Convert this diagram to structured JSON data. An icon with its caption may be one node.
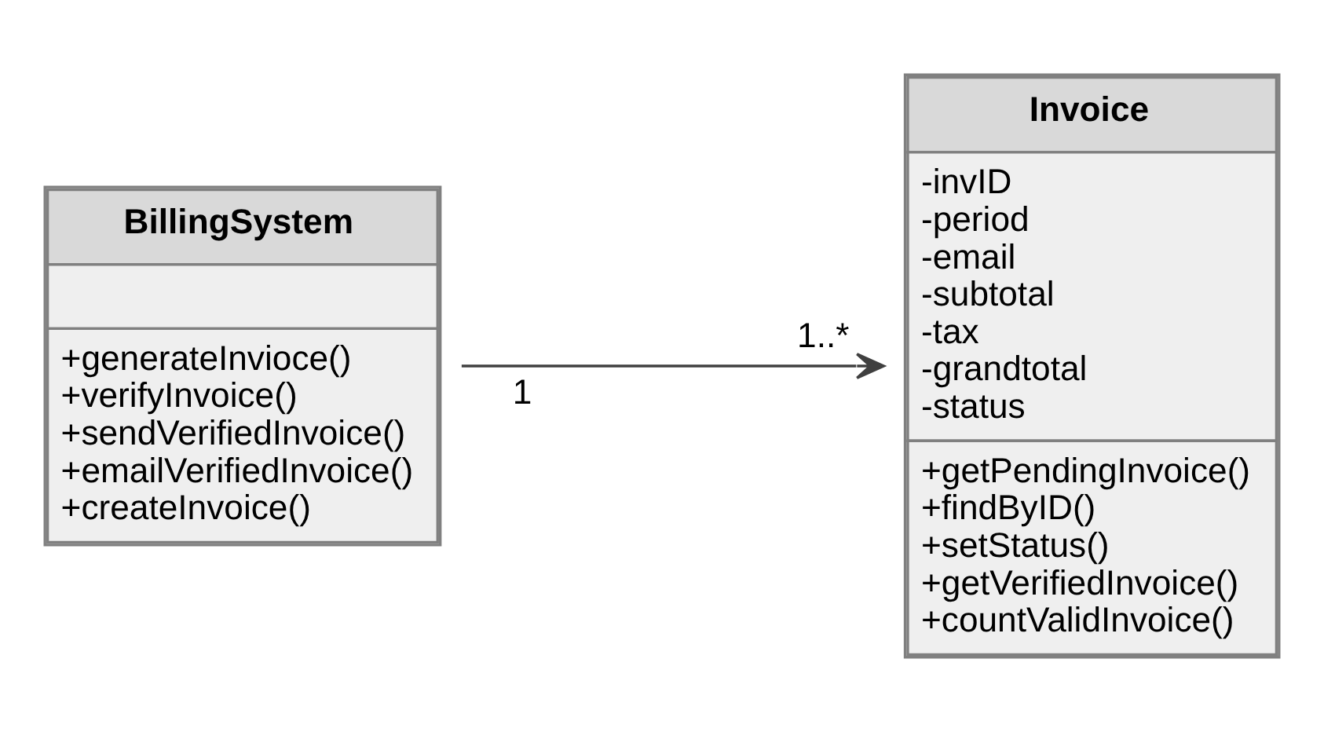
{
  "diagram": {
    "nodes": [
      {
        "text": [
          "BillingSystem",
          "+generateInvioce()",
          "+verifyInvoice()",
          "+sendVerifiedInvoice()",
          "+emailVerifiedInvoice()",
          "+createInvoice()"
        ]
      },
      {
        "text": [
          "Invoice",
          "-invID",
          "-period",
          "-email",
          "-subtotal",
          "-tax",
          "-grandtotal",
          "-status",
          "+getPendingInvoice()",
          "+findByID()",
          "+setStatus()",
          "+getVerifiedInvoice()",
          "+countValidInvoice()"
        ]
      }
    ],
    "edges": [
      {
        "from": 0,
        "to": 1,
        "arrow": "to"
      }
    ],
    "labels": [
      "1",
      "1..*"
    ]
  }
}
